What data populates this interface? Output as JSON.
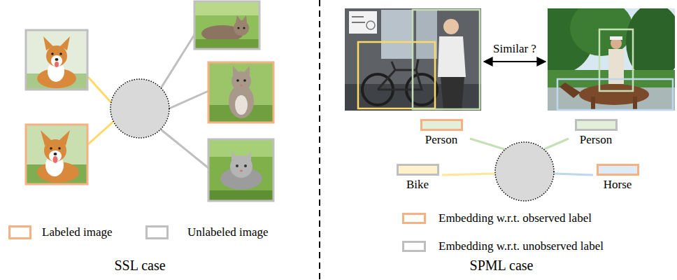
{
  "diagram": {
    "nodes": [
      {
        "text": [
          "Person"
        ]
      },
      {
        "text": [
          "Person"
        ]
      },
      {
        "text": [
          "Bike"
        ]
      },
      {
        "text": [
          "Horse"
        ]
      }
    ],
    "labels": [
      "Similar ?",
      "SSL case",
      "SPML case"
    ],
    "legend": [
      {
        "text": "Labeled image",
        "color": "#f4b183"
      },
      {
        "text": "Unlabeled image",
        "color": "#bfbfbf"
      },
      {
        "text": "Embedding w.r.t. observed label",
        "color": "#f4b183"
      },
      {
        "text": "Embedding w.r.t. unobserved label",
        "color": "#bfbfbf"
      }
    ]
  }
}
